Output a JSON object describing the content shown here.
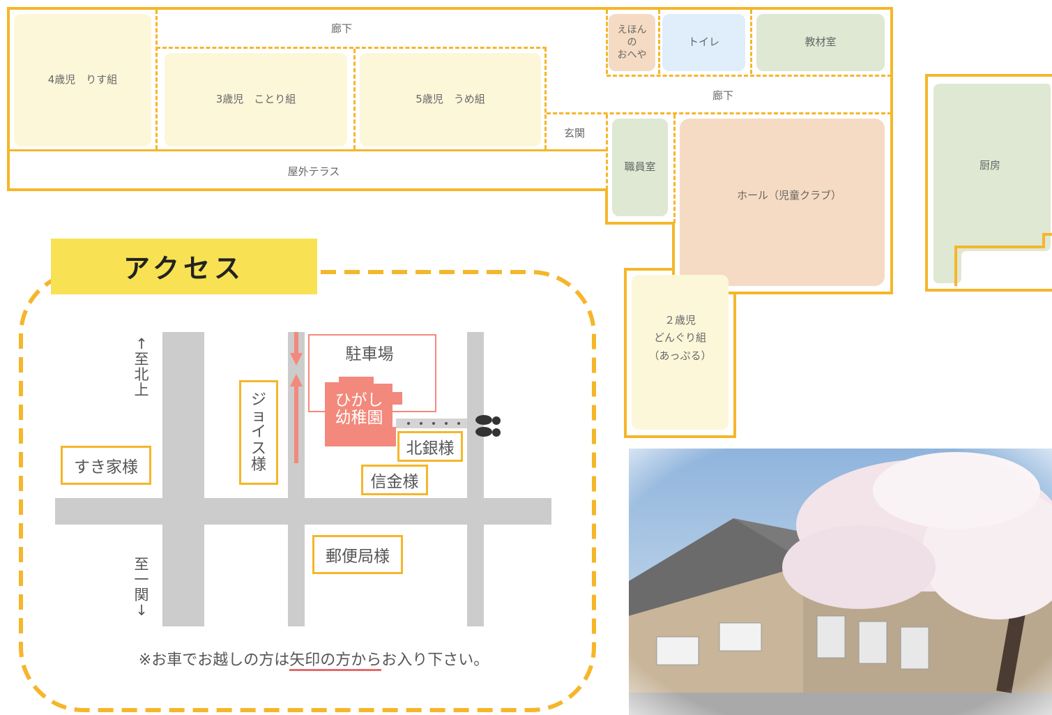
{
  "colors": {
    "outline": "#f5b62a",
    "room_cream": "#fdf7da",
    "room_green": "#dfe8d2",
    "room_peach": "#f5dbc3",
    "room_blue": "#dfeefa",
    "road": "#cccccc",
    "kindergarten": "#f2897c",
    "access_banner": "#f8e253"
  },
  "floor_plan": {
    "rooms": {
      "risu": "4歳児　りす組",
      "kotori": "3歳児　ことり組",
      "ume": "5歳児　うめ組",
      "ehon": "えほん\nの\nおへや",
      "toilet": "トイレ",
      "kyozai": "教材室",
      "shokuin": "職員室",
      "hall": "ホール（児童クラブ）",
      "kitchen": "厨房",
      "donguri": "２歳児\nどんぐり組\n（あっぷる）"
    },
    "areas": {
      "corridor_top": "廊下",
      "corridor_right": "廊下",
      "entrance": "玄関",
      "terrace": "屋外テラス"
    }
  },
  "access": {
    "title": "アクセス",
    "north_sign": "↑\n至\n北\n上",
    "south_sign": "至\n一\n関\n↓",
    "parking": "駐車場",
    "kindergarten": "ひがし\n幼稚園",
    "landmarks": {
      "sukiya": "すき家様",
      "joyce": "ジ\nョ\nイ\nス\n様",
      "hokugin": "北銀様",
      "shinkin": "信金様",
      "post_office": "郵便局様"
    },
    "note_prefix": "※お車でお越しの方は",
    "note_highlight": "矢印の方から",
    "note_suffix": "お入り下さい。"
  },
  "photo": {
    "subject": "cherry-blossom-and-building"
  }
}
